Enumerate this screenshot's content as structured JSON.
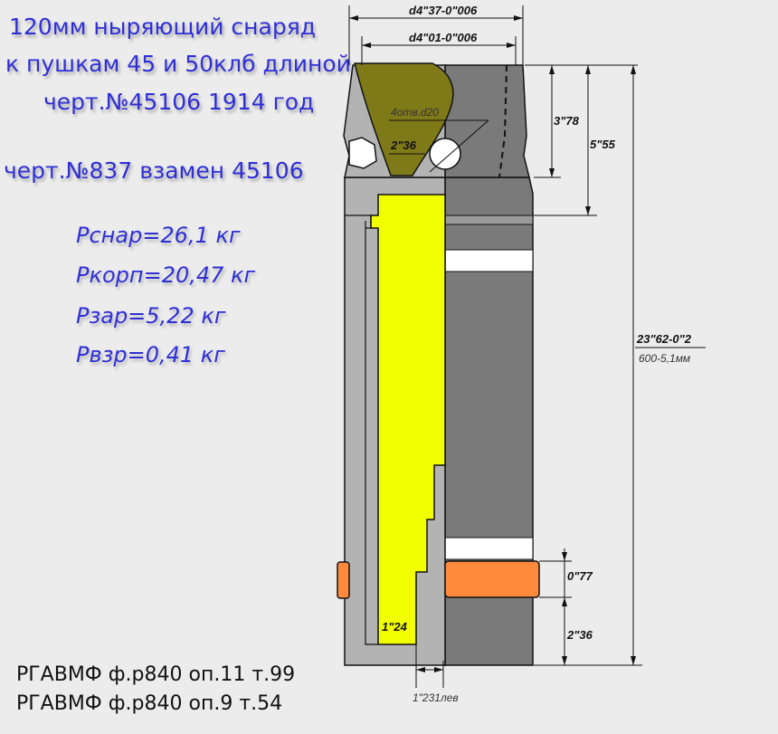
{
  "title": {
    "line1": "120мм ныряющий снаряд",
    "line2": "к пушкам 45 и 50клб длиной",
    "line3": "черт.№45106 1914 год",
    "line4": "черт.№837 взамен 45106"
  },
  "weights": {
    "w1": "Pснар=26,1 кг",
    "w2": "Pкорп=20,47 кг",
    "w3": "Pзар=5,22 кг",
    "w4": "Pвзр=0,41 кг"
  },
  "archive": {
    "line1": "РГАВМФ ф.р840 оп.11 т.99",
    "line2": "РГАВМФ ф.р840 оп.9 т.54"
  },
  "dimensions": {
    "top_outer": "d4\"37-0\"006",
    "top_inner": "d4\"01-0\"006",
    "holes": "4отв.d20",
    "angle": "2\"36",
    "head_height": "3\"78",
    "head_total": "5\"55",
    "total_length": "23\"62-0\"2",
    "total_length_mm": "600-5,1мм",
    "band_width": "0\"77",
    "band_to_base": "2\"36",
    "base_wall": "1\"24",
    "base_offset": "1\"231лев"
  },
  "colors": {
    "background": "#ececec",
    "title_text": "#2f2fd6",
    "burster": "#f2ff00",
    "cap": "#7f7a18",
    "band": "#ff8a3c",
    "body_light": "#b3b3b3",
    "body_dark": "#7a7a7a"
  }
}
